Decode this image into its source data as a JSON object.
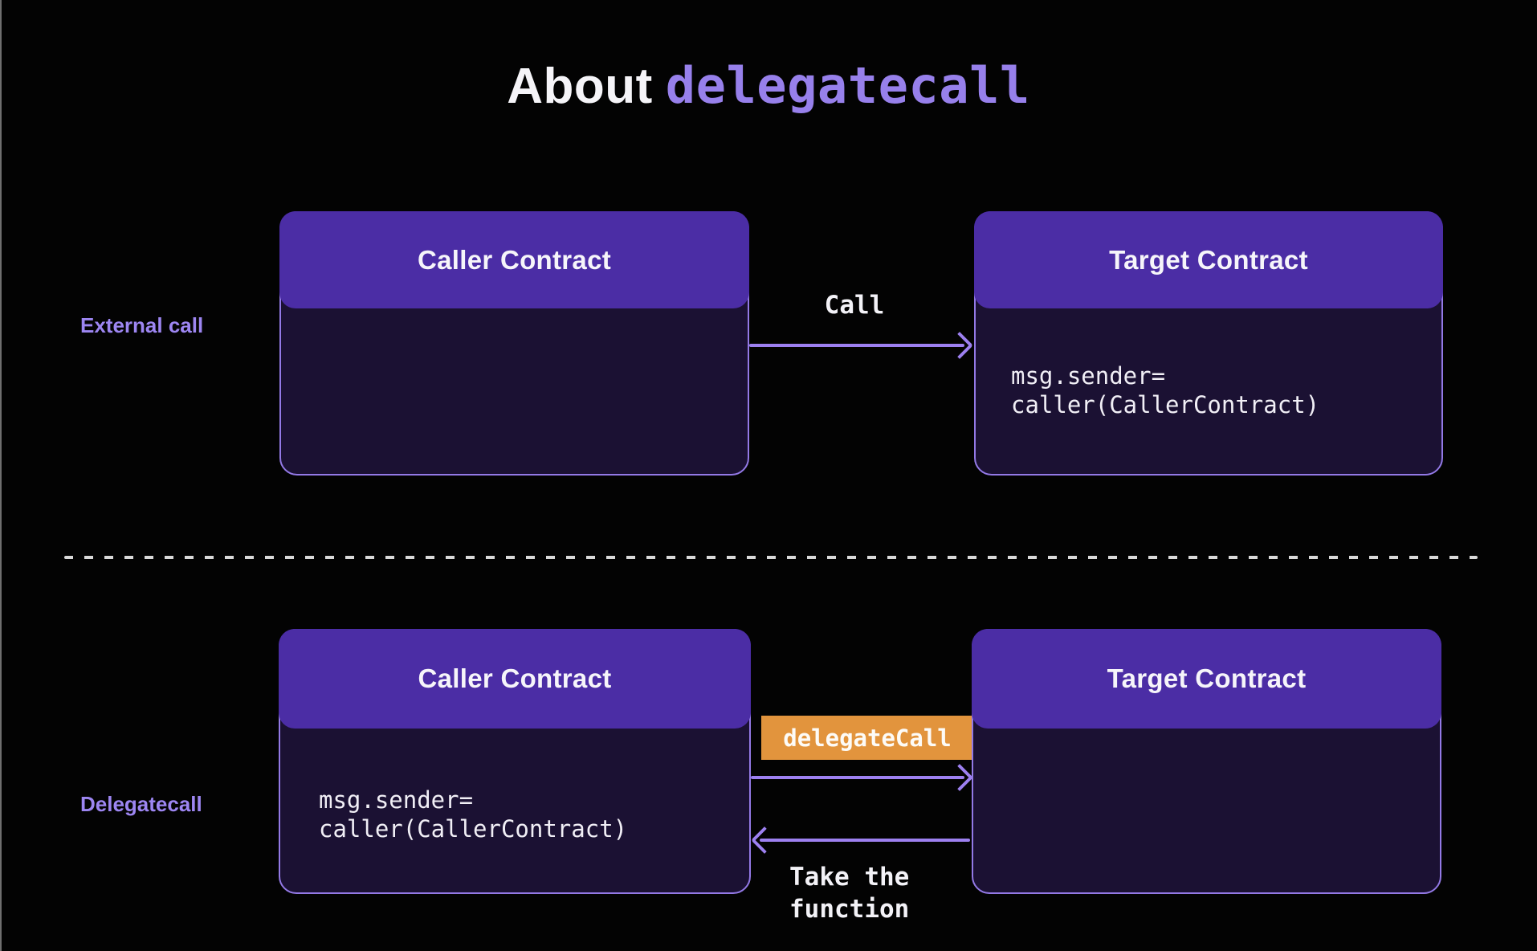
{
  "title": {
    "prefix": "About",
    "keyword": "delegatecall"
  },
  "colors": {
    "background": "#030303",
    "box_header": "#4b2da5",
    "box_body": "#1b1133",
    "box_border": "#9379e6",
    "arrow": "#9d80f0",
    "section_label": "#9d86f2",
    "title_keyword": "#9780eb",
    "badge_orange": "#e2943d",
    "divider": "#d9d9d9",
    "text_white": "#f5f4f8"
  },
  "sections": {
    "external": {
      "label": "External call",
      "caller": {
        "title": "Caller Contract",
        "body_code": ""
      },
      "target": {
        "title": "Target Contract",
        "body_code": "msg.sender=\ncaller(CallerContract)"
      },
      "arrow_label": "Call"
    },
    "delegate": {
      "label": "Delegatecall",
      "caller": {
        "title": "Caller Contract",
        "body_code": "msg.sender=\ncaller(CallerContract)"
      },
      "target": {
        "title": "Target Contract",
        "body_code": ""
      },
      "badge": "delegateCall",
      "return_label": "Take the\nfunction"
    }
  }
}
